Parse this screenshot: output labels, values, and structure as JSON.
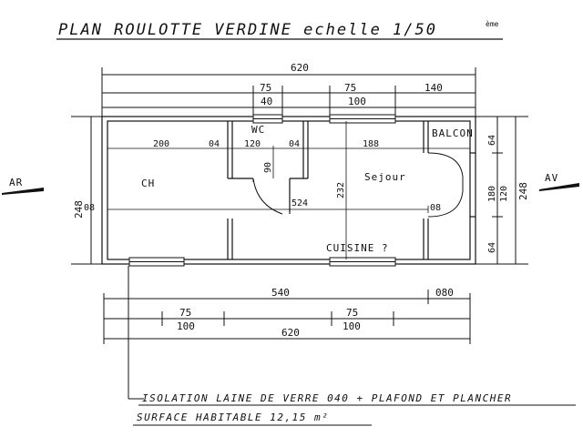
{
  "title": "PLAN ROULOTTE VERDINE echelle 1/50",
  "title_sup": "ème",
  "top_dims": {
    "total": "620",
    "win1_a": "75",
    "win1_b": "40",
    "win2_a": "75",
    "win2_b": "100",
    "right": "140"
  },
  "interior_dims": {
    "ch_width": "200",
    "wall1": "04",
    "wc_width": "120",
    "wall2": "04",
    "sejour_width": "188",
    "wc_depth": "90",
    "corridor": "524",
    "sejour_depth": "232",
    "left_wall": "08",
    "right_wall": "08"
  },
  "side_dims": {
    "left_total": "248",
    "right_total": "248",
    "right_top": "64",
    "right_mid_a": "120",
    "right_mid_b": "180",
    "right_bottom": "64"
  },
  "rooms": {
    "ch": "CH",
    "wc": "WC",
    "sejour": "Sejour",
    "balcon": "BALCON",
    "cuisine": "CUISINE ?"
  },
  "directions": {
    "back": "AR",
    "front": "AV"
  },
  "bottom_dims": {
    "length": "540",
    "end": "080",
    "win1_a": "75",
    "win1_b": "100",
    "win2_a": "75",
    "win2_b": "100",
    "total": "620"
  },
  "notes": {
    "insulation": "ISOLATION LAINE DE VERRE 040 + PLAFOND ET PLANCHER",
    "surface": "SURFACE HABITABLE 12,15 m²"
  }
}
